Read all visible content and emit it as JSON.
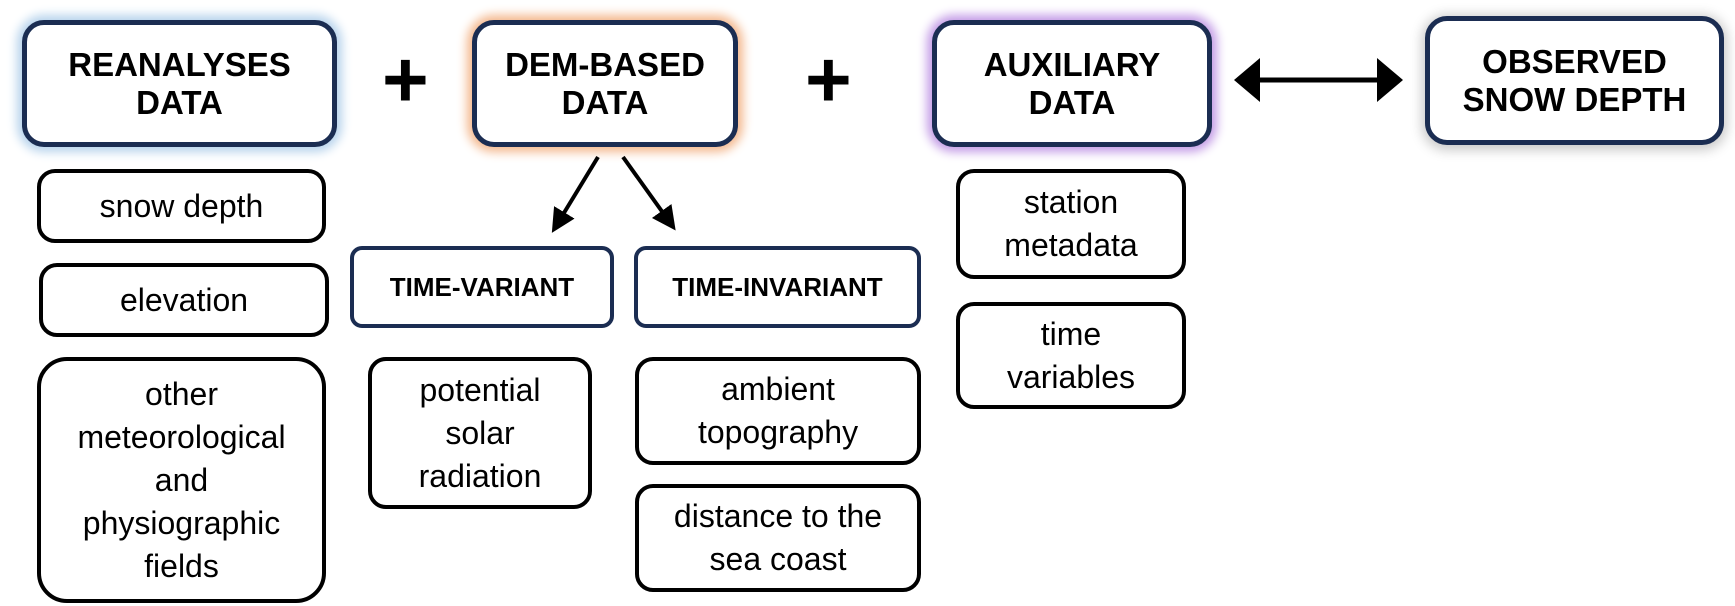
{
  "headers": {
    "reanalyses": "REANALYSES\nDATA",
    "dem": "DEM-BASED\nDATA",
    "auxiliary": "AUXILIARY\nDATA",
    "observed": "OBSERVED\nSNOW DEPTH"
  },
  "operators": {
    "plus": "+"
  },
  "subheaders": {
    "time_variant": "TIME-VARIANT",
    "time_invariant": "TIME-INVARIANT"
  },
  "reanalyses_items": [
    "snow depth",
    "elevation",
    "other meteorological and physiographic fields"
  ],
  "time_variant_items": [
    "potential solar radiation"
  ],
  "time_invariant_items": [
    "ambient topography",
    "distance to the sea coast"
  ],
  "auxiliary_items": [
    "station metadata",
    "time variables"
  ],
  "colors": {
    "reanalyses_glow": "#b7d3ec",
    "dem_glow": "#f4b88e",
    "auxiliary_glow": "#c39be6",
    "border": "#1b2d52"
  }
}
